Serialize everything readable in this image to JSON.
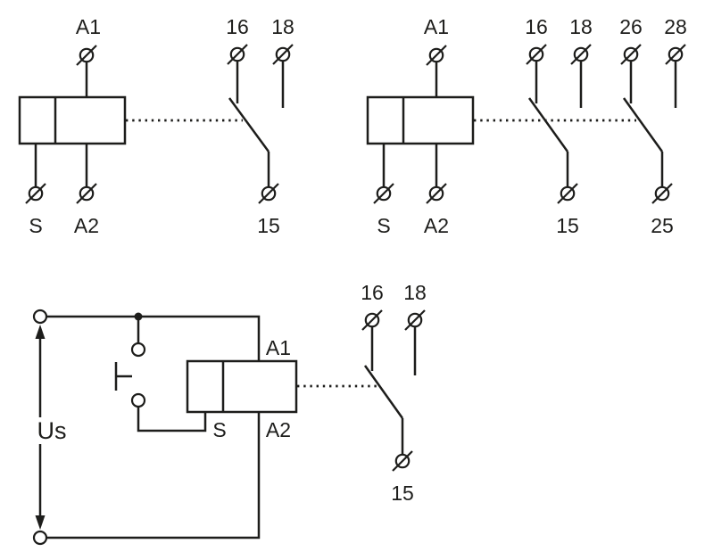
{
  "colors": {
    "stroke": "#1d1d1b",
    "background": "#ffffff"
  },
  "relay_1co": {
    "coil": {
      "a1": "A1",
      "s": "S",
      "a2": "A2"
    },
    "contact": {
      "nc": "16",
      "no": "18",
      "common": "15"
    }
  },
  "relay_2co": {
    "coil": {
      "a1": "A1",
      "s": "S",
      "a2": "A2"
    },
    "contact1": {
      "nc": "16",
      "no": "18",
      "common": "15"
    },
    "contact2": {
      "nc": "26",
      "no": "28",
      "common": "25"
    }
  },
  "application_circuit": {
    "supply_label": "Us",
    "coil": {
      "a1": "A1",
      "s": "S",
      "a2": "A2"
    },
    "contact": {
      "nc": "16",
      "no": "18",
      "common": "15"
    }
  }
}
